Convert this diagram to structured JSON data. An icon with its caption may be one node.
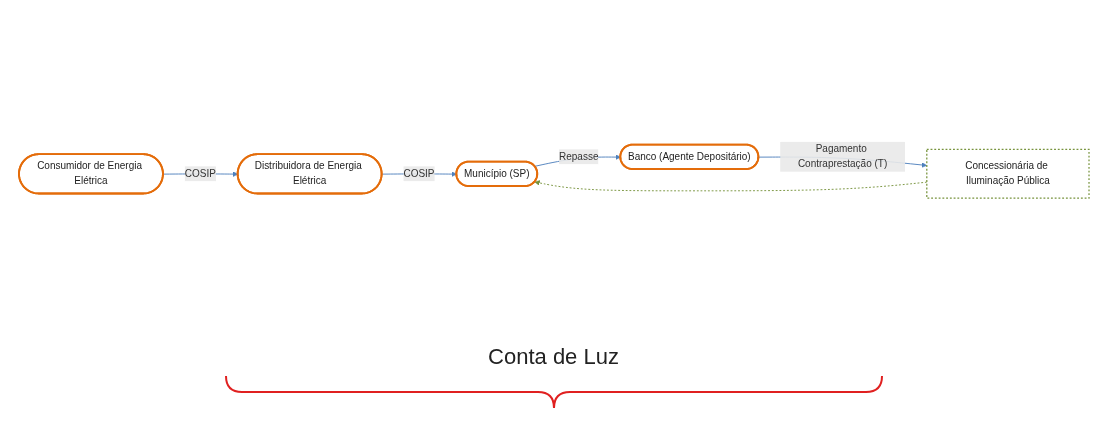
{
  "diagram": {
    "nodes": [
      {
        "text": [
          "Consumidor de Energia Elétrica"
        ]
      },
      {
        "text": [
          "Distribuidora de Energia Elétrica"
        ]
      },
      {
        "text": [
          "Concessionária de Iluminação Pública"
        ]
      },
      {
        "text": [
          "Município (SP)"
        ]
      },
      {
        "text": [
          "Banco (Agente Depositário)"
        ]
      }
    ],
    "edges": [
      {
        "from": 0,
        "to": 1,
        "arrow": "to",
        "label": "COSIP"
      },
      {
        "from": 1,
        "to": 3,
        "arrow": "to",
        "label": "COSIP"
      },
      {
        "from": 2,
        "to": 3,
        "arrow": "to",
        "style": "dashed",
        "color": "#77933c"
      },
      {
        "from": 3,
        "to": 4,
        "arrow": "to",
        "label": "Repasse"
      },
      {
        "from": 4,
        "to": 2,
        "arrow": "to",
        "label": "Pagamento Contraprestação (T)"
      }
    ],
    "labels": [
      "Conta de Luz"
    ]
  }
}
